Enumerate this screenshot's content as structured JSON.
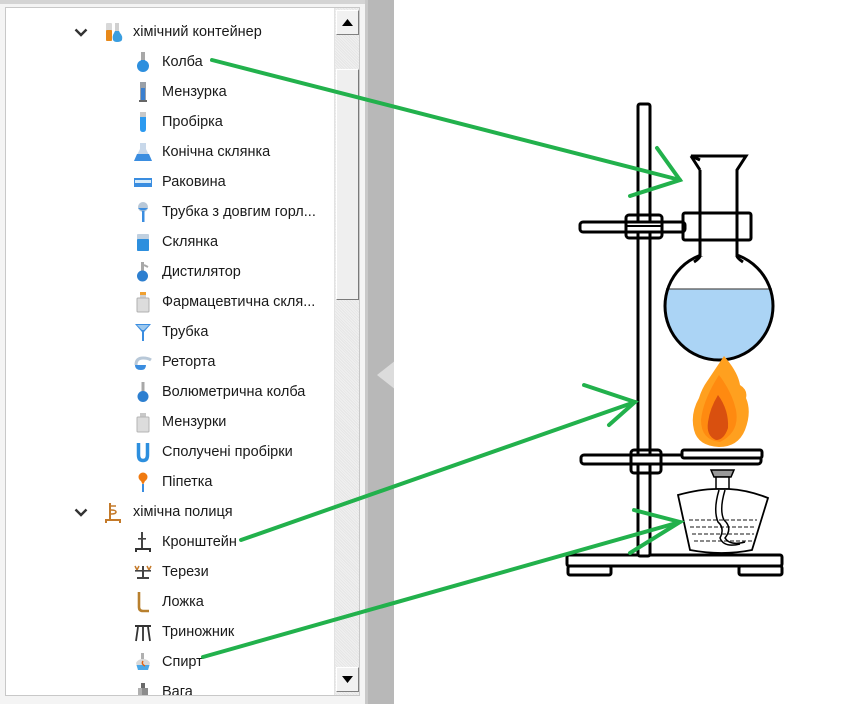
{
  "tree": {
    "groups": [
      {
        "label": "хімічний контейнер",
        "icon": "chemical-container-icon",
        "expanded": true,
        "items": [
          {
            "label": "Колба",
            "icon": "flask-icon"
          },
          {
            "label": "Мензурка",
            "icon": "graduated-cylinder-icon"
          },
          {
            "label": "Пробірка",
            "icon": "test-tube-icon"
          },
          {
            "label": "Конічна склянка",
            "icon": "conical-flask-icon"
          },
          {
            "label": "Раковина",
            "icon": "basin-icon"
          },
          {
            "label": "Трубка з довгим горл...",
            "icon": "long-neck-funnel-icon"
          },
          {
            "label": "Склянка",
            "icon": "beaker-icon"
          },
          {
            "label": "Дистилятор",
            "icon": "distilling-flask-icon"
          },
          {
            "label": "Фармацевтична скля...",
            "icon": "pharmacy-jar-icon"
          },
          {
            "label": "Трубка",
            "icon": "funnel-icon"
          },
          {
            "label": "Реторта",
            "icon": "retort-icon"
          },
          {
            "label": "Волюметрична колба",
            "icon": "volumetric-flask-icon"
          },
          {
            "label": "Мензурки",
            "icon": "reagent-bottle-icon"
          },
          {
            "label": "Сполучені пробірки",
            "icon": "u-tube-icon"
          },
          {
            "label": "Піпетка",
            "icon": "pipette-icon"
          }
        ]
      },
      {
        "label": "хімічна полиця",
        "icon": "chemical-shelf-icon",
        "expanded": true,
        "items": [
          {
            "label": "Кронштейн",
            "icon": "stand-icon"
          },
          {
            "label": "Терези",
            "icon": "scales-icon"
          },
          {
            "label": "Ложка",
            "icon": "spoon-icon"
          },
          {
            "label": "Триножник",
            "icon": "tripod-icon"
          },
          {
            "label": "Спирт",
            "icon": "alcohol-lamp-icon"
          },
          {
            "label": "Вага",
            "icon": "weight-icon"
          }
        ]
      }
    ]
  },
  "scrollbar": {
    "position_fraction": 0.09,
    "visible_fraction": 0.36
  },
  "diagram": {
    "liquid_color": "#abd4f5",
    "flame_outer": "#ffa01f",
    "flame_mid": "#ff8a10",
    "flame_inner": "#d9500f",
    "arrow_color": "#22b14c",
    "annotations": [
      {
        "from": "Колба",
        "to": "round-bottom-flask"
      },
      {
        "from": "Кронштейн",
        "to": "stand-rod"
      },
      {
        "from": "Спирт",
        "to": "alcohol-lamp"
      }
    ]
  }
}
